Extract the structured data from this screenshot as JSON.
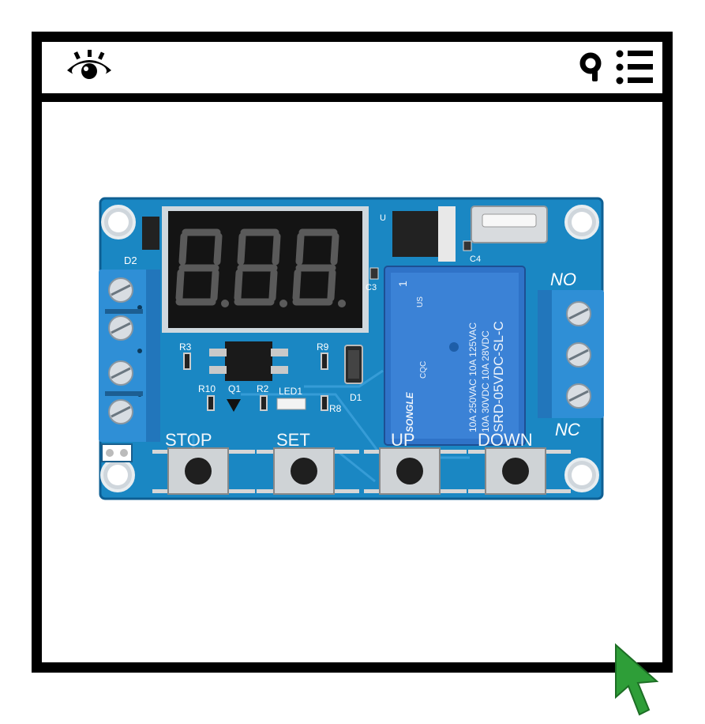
{
  "icons": {
    "view": "eye-icon",
    "search": "search-icon",
    "menu": "list-menu-icon",
    "pointer": "cursor-arrow-icon"
  },
  "colors": {
    "frame": "#000000",
    "pcb": "#1a87c3",
    "relay": "#2f73c8",
    "terminal": "#2f8fd6",
    "cursor": "#2e9e38"
  },
  "board": {
    "buttons": {
      "stop": "STOP",
      "set": "SET",
      "up": "UP",
      "down": "DOWN"
    },
    "terminals": {
      "no": "NO",
      "nc": "NC"
    },
    "silkscreen": {
      "d2": "D2",
      "r3": "R3",
      "r9": "R9",
      "r10": "R10",
      "q1": "Q1",
      "r2": "R2",
      "led1": "LED1",
      "r8": "R8",
      "d1": "D1",
      "c3": "C3",
      "c4": "C4",
      "u": "U"
    },
    "relay": {
      "brand": "SONGLE",
      "model": "SRD-05VDC-SL-C",
      "rating1": "10A 250VAC  10A 125VAC",
      "rating2": "10A  30VDC  10A  28VDC",
      "number": "1",
      "us": "US",
      "cqc": "CQC"
    }
  }
}
